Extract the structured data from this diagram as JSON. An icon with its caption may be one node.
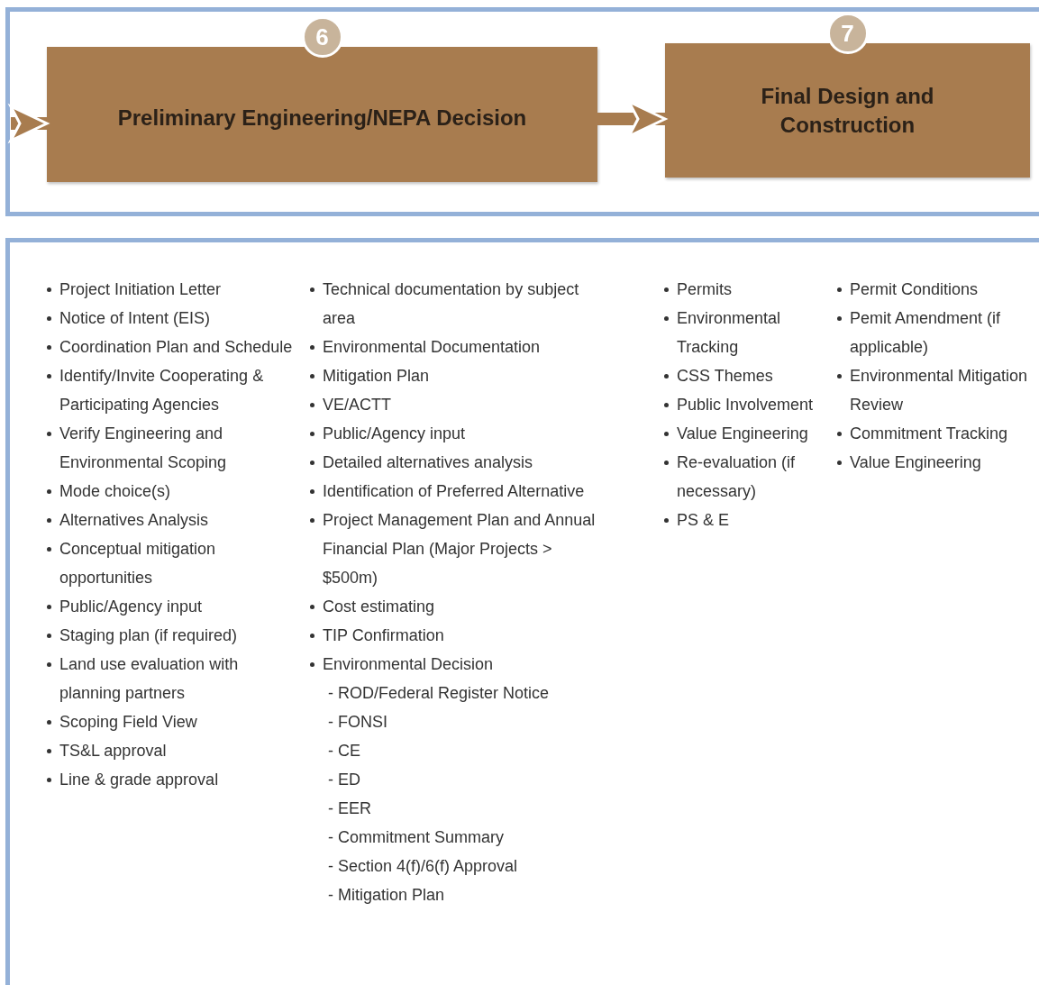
{
  "diagram": {
    "nodes": [
      {
        "text": [
          "6",
          "Preliminary Engineering/NEPA Decision"
        ]
      },
      {
        "text": [
          "7",
          "Final Design and Construction"
        ]
      }
    ],
    "edges": [
      {
        "from": null,
        "to": 0,
        "arrow": "to"
      },
      {
        "from": 0,
        "to": 1,
        "arrow": "to"
      }
    ],
    "labels": [
      "Project Initiation Letter",
      "Notice of Intent (EIS)",
      "Coordination Plan and Schedule",
      "Identify/Invite Cooperating & Participating Agencies",
      "Verify Engineering and Environmental Scoping",
      "Mode choice(s)",
      "Alternatives Analysis",
      "Conceptual mitigation opportunities",
      "Public/Agency input",
      "Staging plan (if required)",
      "Land use evaluation with planning partners",
      "Scoping Field View",
      "TS&L approval",
      "Line & grade approval",
      "Technical documentation by subject area",
      "Environmental Documentation",
      "Mitigation Plan",
      "VE/ACTT",
      "Public/Agency input",
      "Detailed alternatives analysis",
      "Identification of Preferred Alternative",
      "Project Management Plan and Annual Financial Plan (Major Projects > $500m)",
      "Cost estimating",
      "TIP Confirmation",
      "Environmental Decision",
      "- ROD/Federal Register Notice",
      "- FONSI",
      "- CE",
      "- ED",
      "- EER",
      "- Commitment Summary",
      "- Section 4(f)/6(f) Approval",
      "- Mitigation Plan",
      "Permits",
      "Environmental Tracking",
      "CSS Themes",
      "Public Involvement",
      "Value Engineering",
      "Re-evaluation (if necessary)",
      "PS & E",
      "Permit Conditions",
      "Pemit Amendment (if applicable)",
      "Environmental Mitigation Review",
      "Commitment Tracking",
      "Value Engineering"
    ]
  }
}
